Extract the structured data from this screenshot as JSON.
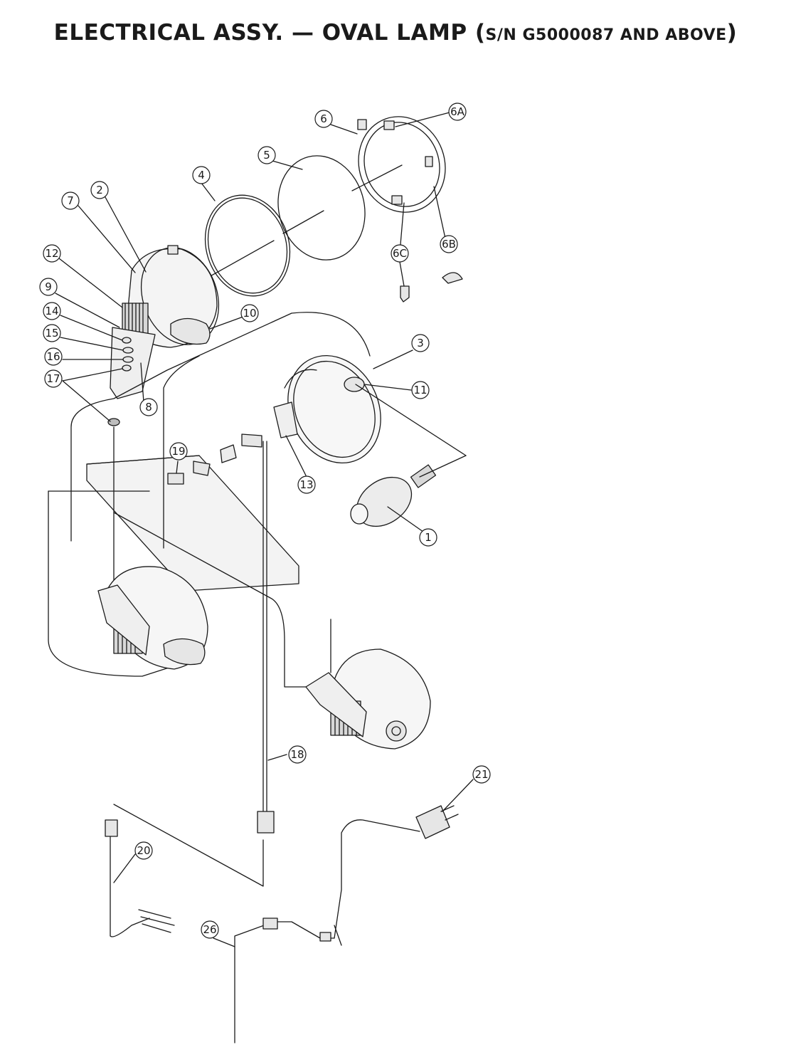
{
  "title": {
    "main": "ELECTRICAL ASSY. — OVAL LAMP ",
    "open_paren": "(",
    "sub": "S/N G5000087 AND ABOVE",
    "close_paren": ")"
  },
  "callouts": [
    "1",
    "2",
    "3",
    "4",
    "5",
    "6",
    "6A",
    "6B",
    "6C",
    "7",
    "8",
    "9",
    "10",
    "11",
    "12",
    "13",
    "14",
    "15",
    "16",
    "17",
    "18",
    "19",
    "20",
    "21",
    "26"
  ],
  "colors": {
    "line": "#1a1a1a",
    "fill_light": "#e6e6e6",
    "fill_mid": "#bdbdbd"
  }
}
